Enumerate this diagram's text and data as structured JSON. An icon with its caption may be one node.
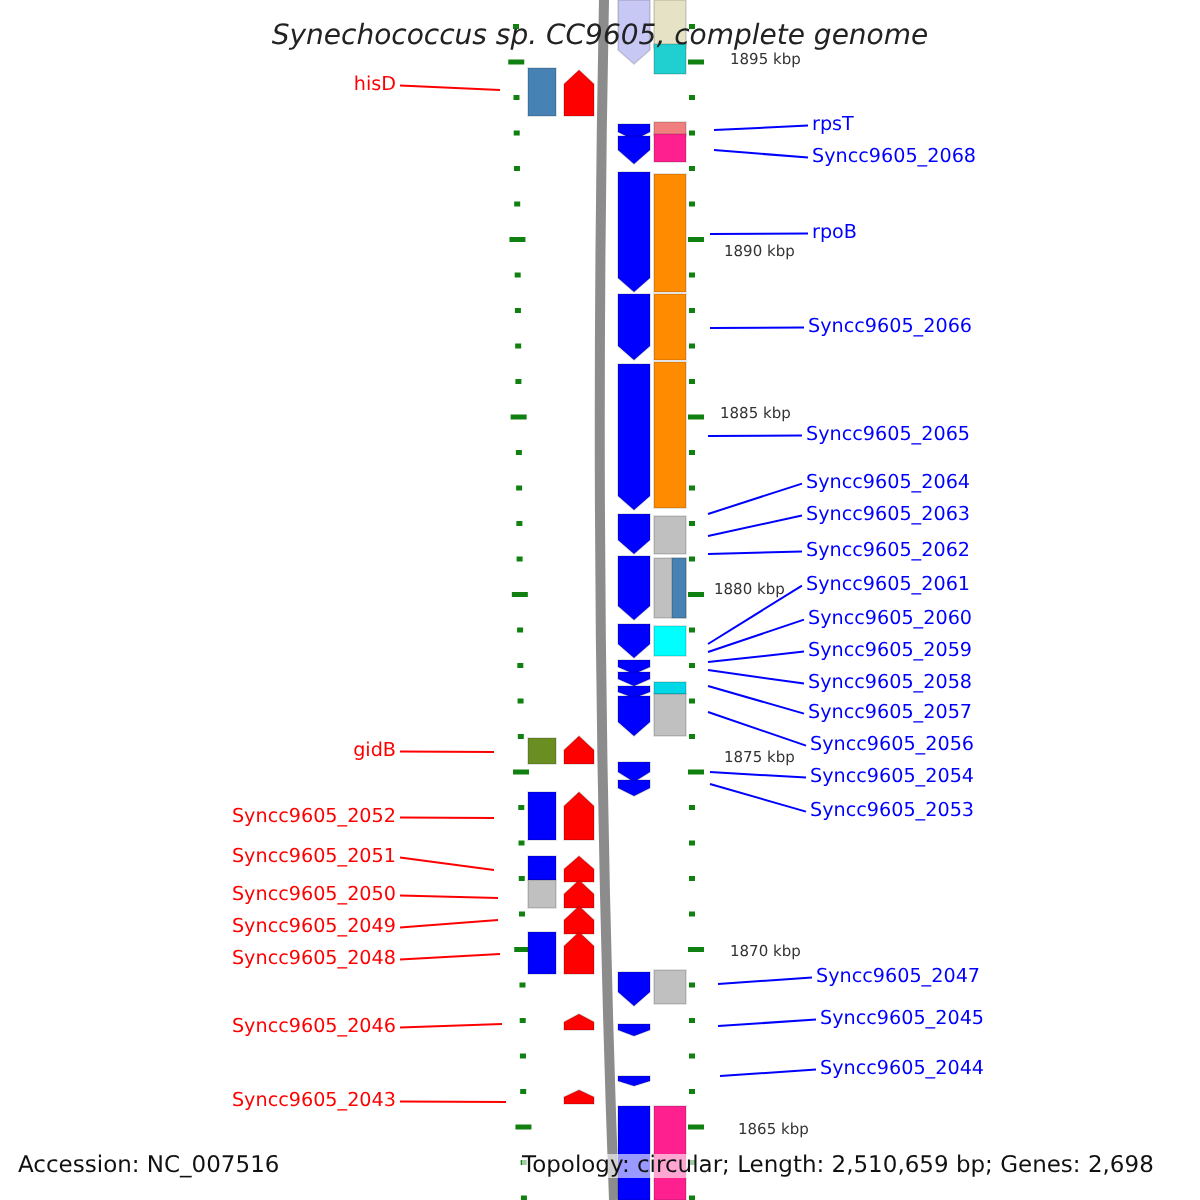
{
  "diagram": {
    "title": "Synechococcus sp. CC9605, complete genome",
    "nodes": [
      {
        "text": [
          "hisD"
        ]
      },
      {
        "text": [
          "rpsT"
        ]
      },
      {
        "text": [
          "Syncc9605_2068"
        ]
      },
      {
        "text": [
          "rpoB"
        ]
      },
      {
        "text": [
          "Syncc9605_2066"
        ]
      },
      {
        "text": [
          "Syncc9605_2065"
        ]
      },
      {
        "text": [
          "Syncc9605_2064"
        ]
      },
      {
        "text": [
          "Syncc9605_2063"
        ]
      },
      {
        "text": [
          "Syncc9605_2062"
        ]
      },
      {
        "text": [
          "Syncc9605_2061"
        ]
      },
      {
        "text": [
          "Syncc9605_2060"
        ]
      },
      {
        "text": [
          "Syncc9605_2059"
        ]
      },
      {
        "text": [
          "Syncc9605_2058"
        ]
      },
      {
        "text": [
          "Syncc9605_2057"
        ]
      },
      {
        "text": [
          "Syncc9605_2056"
        ]
      },
      {
        "text": [
          "gidB"
        ]
      },
      {
        "text": [
          "Syncc9605_2054"
        ]
      },
      {
        "text": [
          "Syncc9605_2053"
        ]
      },
      {
        "text": [
          "Syncc9605_2052"
        ]
      },
      {
        "text": [
          "Syncc9605_2051"
        ]
      },
      {
        "text": [
          "Syncc9605_2050"
        ]
      },
      {
        "text": [
          "Syncc9605_2049"
        ]
      },
      {
        "text": [
          "Syncc9605_2048"
        ]
      },
      {
        "text": [
          "Syncc9605_2047"
        ]
      },
      {
        "text": [
          "Syncc9605_2045"
        ]
      },
      {
        "text": [
          "Syncc9605_2046"
        ]
      },
      {
        "text": [
          "Syncc9605_2044"
        ]
      },
      {
        "text": [
          "Syncc9605_2043"
        ]
      }
    ],
    "edges": [
      {
        "from": 0,
        "to": null,
        "arrow": "none",
        "color": "#ff0000"
      },
      {
        "from": 1,
        "to": null,
        "arrow": "none"
      },
      {
        "from": 2,
        "to": null,
        "arrow": "none"
      },
      {
        "from": 3,
        "to": null,
        "arrow": "none"
      },
      {
        "from": 4,
        "to": null,
        "arrow": "none"
      },
      {
        "from": 5,
        "to": null,
        "arrow": "none"
      },
      {
        "from": 6,
        "to": null,
        "arrow": "none"
      },
      {
        "from": 7,
        "to": null,
        "arrow": "none"
      },
      {
        "from": 8,
        "to": null,
        "arrow": "none"
      },
      {
        "from": 9,
        "to": null,
        "arrow": "none"
      },
      {
        "from": 10,
        "to": null,
        "arrow": "none"
      },
      {
        "from": 11,
        "to": null,
        "arrow": "none"
      },
      {
        "from": 12,
        "to": null,
        "arrow": "none"
      },
      {
        "from": 13,
        "to": null,
        "arrow": "none"
      },
      {
        "from": 14,
        "to": null,
        "arrow": "none"
      },
      {
        "from": 15,
        "to": null,
        "arrow": "none",
        "color": "#ff0000"
      },
      {
        "from": 16,
        "to": null,
        "arrow": "none"
      },
      {
        "from": 17,
        "to": null,
        "arrow": "none"
      },
      {
        "from": 18,
        "to": null,
        "arrow": "none",
        "color": "#ff0000"
      },
      {
        "from": 19,
        "to": null,
        "arrow": "none",
        "color": "#ff0000"
      },
      {
        "from": 20,
        "to": null,
        "arrow": "none",
        "color": "#ff0000"
      },
      {
        "from": 21,
        "to": null,
        "arrow": "none",
        "color": "#ff0000"
      },
      {
        "from": 22,
        "to": null,
        "arrow": "none",
        "color": "#ff0000"
      },
      {
        "from": 23,
        "to": null,
        "arrow": "none"
      },
      {
        "from": 24,
        "to": null,
        "arrow": "none"
      },
      {
        "from": 25,
        "to": null,
        "arrow": "none",
        "color": "#ff0000"
      },
      {
        "from": 26,
        "to": null,
        "arrow": "none"
      },
      {
        "from": 27,
        "to": null,
        "arrow": "none",
        "color": "#ff0000"
      }
    ],
    "labels": [
      "1895 kbp",
      "1890 kbp",
      "1885 kbp",
      "1880 kbp",
      "1875 kbp",
      "1870 kbp",
      "1865 kbp",
      "Accession: NC_007516",
      "Topology: circular; Length: 2,510,659 bp; Genes: 2,698"
    ]
  }
}
